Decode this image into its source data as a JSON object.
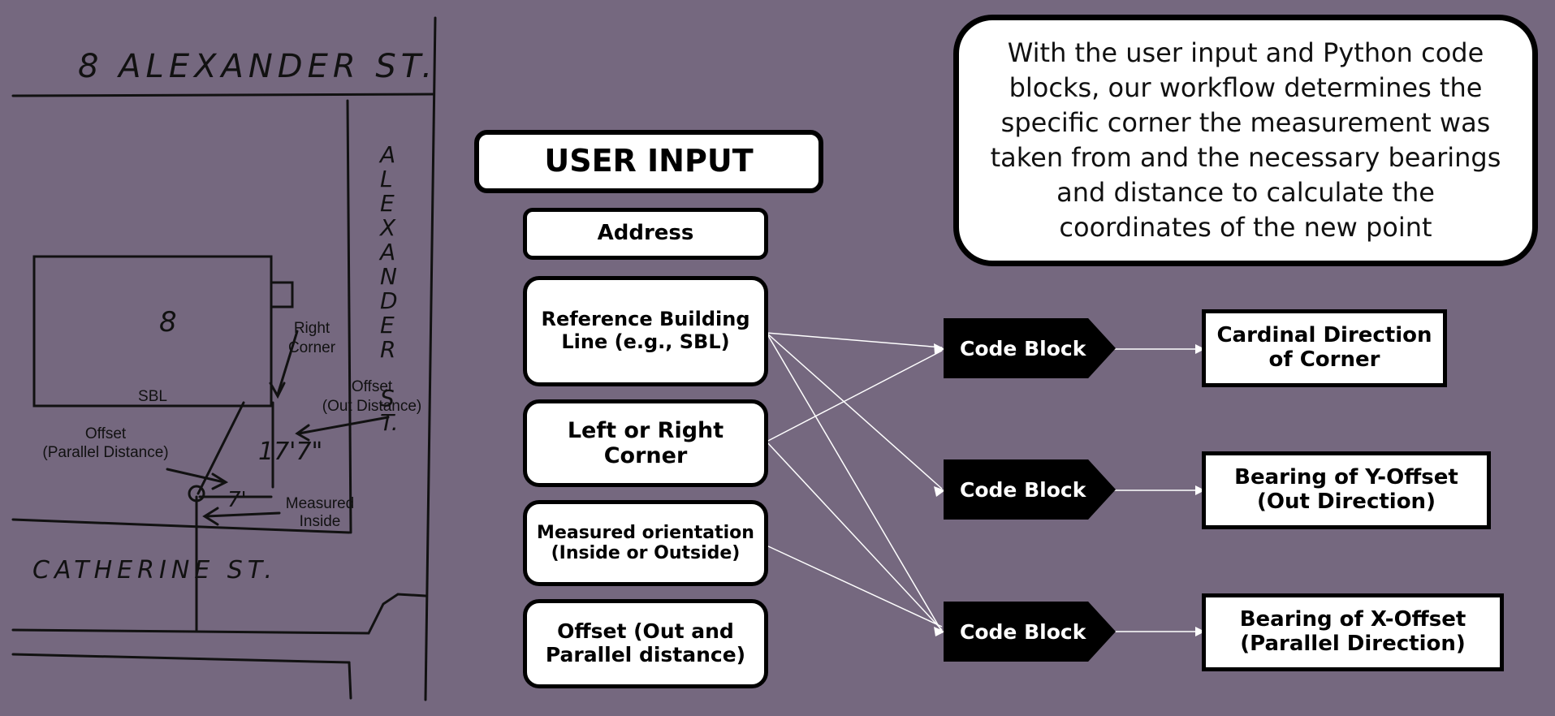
{
  "sketch": {
    "street_top": "8 ALEXANDER ST.",
    "street_side": [
      "A",
      "L",
      "E",
      "X",
      "A",
      "N",
      "D",
      "E",
      "R",
      "",
      "S",
      "T."
    ],
    "street_bottom": "CATHERINE ST.",
    "house_number": "8",
    "right_corner_label": [
      "Right",
      "Corner"
    ],
    "sbl_label": "SBL",
    "offset_out_label": [
      "Offset",
      "(Out Distance)"
    ],
    "offset_parallel_label": [
      "Offset",
      "(Parallel Distance)"
    ],
    "measured_inside_label": [
      "Measured",
      "Inside"
    ],
    "dist_out": "17'7\"",
    "dist_parallel": "7'"
  },
  "user_input": {
    "title": "USER INPUT",
    "address": "Address",
    "reference_line": [
      "Reference Building",
      "Line (e.g., SBL)"
    ],
    "left_right": [
      "Left or Right",
      "Corner"
    ],
    "measured_orientation": [
      "Measured orientation",
      "(Inside or Outside)"
    ],
    "offset": [
      "Offset (Out and",
      "Parallel distance)"
    ]
  },
  "code_blocks": [
    "Code Block",
    "Code Block",
    "Code Block"
  ],
  "outputs": [
    [
      "Cardinal Direction",
      "of Corner"
    ],
    [
      "Bearing of Y-Offset",
      "(Out Direction)"
    ],
    [
      "Bearing of X-Offset",
      "(Parallel Direction)"
    ]
  ],
  "explanation": "With the user input and Python code blocks, our workflow determines the specific corner the measurement was taken from and the necessary bearings and distance to calculate the coordinates of the new point"
}
